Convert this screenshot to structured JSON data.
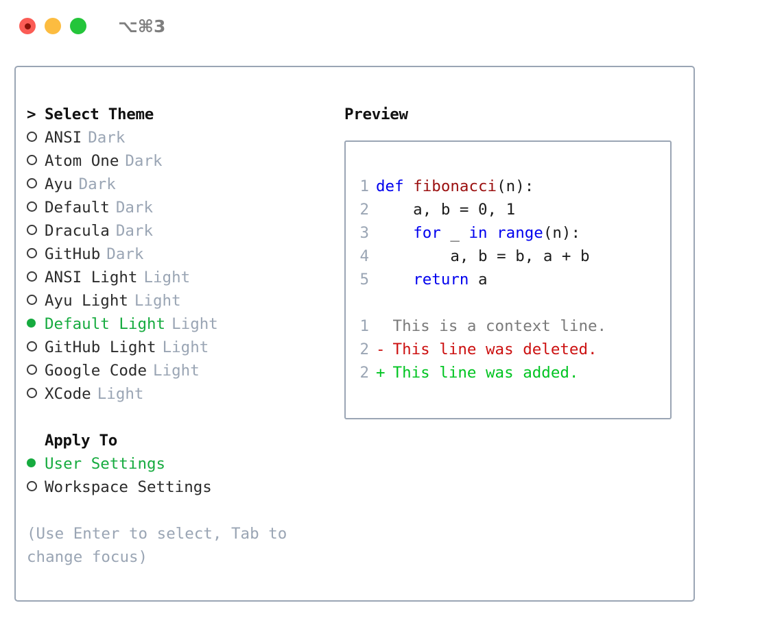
{
  "window": {
    "traffic_lights": [
      "close",
      "minimize",
      "maximize"
    ],
    "shortcut": "⌥⌘3",
    "colors": {
      "close": "#fb5c55",
      "minimize": "#fcbc40",
      "maximize": "#24c53a",
      "accent_green": "#16ab3f",
      "muted": "#9aa5b4",
      "border": "#9aa5b4"
    }
  },
  "theme_list": {
    "title": "Select Theme",
    "prompt_marker": ">",
    "items": [
      {
        "name": "ANSI",
        "variant": "Dark",
        "selected": false
      },
      {
        "name": "Atom One",
        "variant": "Dark",
        "selected": false
      },
      {
        "name": "Ayu",
        "variant": "Dark",
        "selected": false
      },
      {
        "name": "Default",
        "variant": "Dark",
        "selected": false
      },
      {
        "name": "Dracula",
        "variant": "Dark",
        "selected": false
      },
      {
        "name": "GitHub",
        "variant": "Dark",
        "selected": false
      },
      {
        "name": "ANSI Light",
        "variant": "Light",
        "selected": false
      },
      {
        "name": "Ayu Light",
        "variant": "Light",
        "selected": false
      },
      {
        "name": "Default Light",
        "variant": "Light",
        "selected": true
      },
      {
        "name": "GitHub Light",
        "variant": "Light",
        "selected": false
      },
      {
        "name": "Google Code",
        "variant": "Light",
        "selected": false
      },
      {
        "name": "XCode",
        "variant": "Light",
        "selected": false
      }
    ]
  },
  "apply_to": {
    "title": "Apply To",
    "items": [
      {
        "name": "User Settings",
        "selected": true
      },
      {
        "name": "Workspace Settings",
        "selected": false
      }
    ]
  },
  "hint": "(Use Enter to select, Tab to change focus)",
  "preview": {
    "title": "Preview",
    "code_lines": [
      {
        "num": "1",
        "tokens": [
          {
            "t": "def",
            "c": "kw"
          },
          {
            "t": " ",
            "c": "pl"
          },
          {
            "t": "fibonacci",
            "c": "fn"
          },
          {
            "t": "(n):",
            "c": "pl"
          }
        ]
      },
      {
        "num": "2",
        "tokens": [
          {
            "t": "    a, b = 0, 1",
            "c": "pl"
          }
        ]
      },
      {
        "num": "3",
        "tokens": [
          {
            "t": "    ",
            "c": "pl"
          },
          {
            "t": "for",
            "c": "kw"
          },
          {
            "t": " _ ",
            "c": "pl"
          },
          {
            "t": "in",
            "c": "kw"
          },
          {
            "t": " ",
            "c": "pl"
          },
          {
            "t": "range",
            "c": "kw"
          },
          {
            "t": "(n):",
            "c": "pl"
          }
        ]
      },
      {
        "num": "4",
        "tokens": [
          {
            "t": "        a, b = b, a + b",
            "c": "pl"
          }
        ]
      },
      {
        "num": "5",
        "tokens": [
          {
            "t": "    ",
            "c": "pl"
          },
          {
            "t": "return",
            "c": "kw"
          },
          {
            "t": " a",
            "c": "pl"
          }
        ]
      }
    ],
    "diff_lines": [
      {
        "num": "1",
        "sign": " ",
        "text": "This is a context line.",
        "kind": "ctx"
      },
      {
        "num": "2",
        "sign": "-",
        "text": "This line was deleted.",
        "kind": "del"
      },
      {
        "num": "2",
        "sign": "+",
        "text": "This line was added.",
        "kind": "add"
      }
    ],
    "syntax_colors": {
      "keyword": "#0000ee",
      "function": "#9b1010",
      "plain": "#1c1c1c",
      "line_number": "#9aa5b4",
      "diff_context": "#7a7a7a",
      "diff_deleted": "#cc1111",
      "diff_added": "#00c421"
    }
  }
}
